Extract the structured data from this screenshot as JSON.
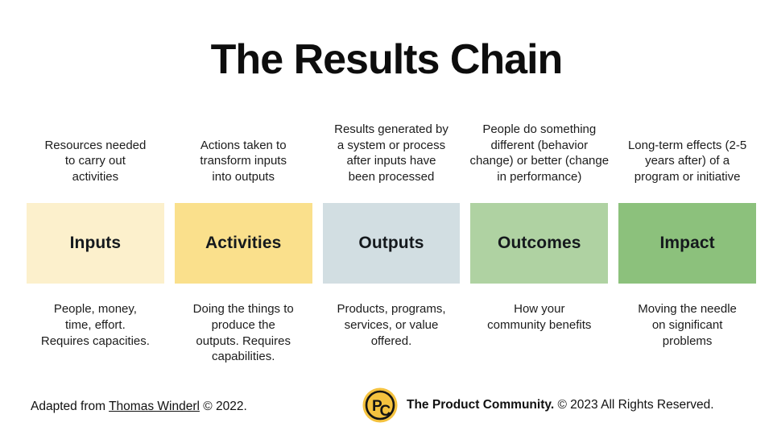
{
  "title": "The Results Chain",
  "columns": [
    {
      "label": "Inputs",
      "color": "#FCF0CC",
      "top_description": "Resources needed\nto carry out\nactivities",
      "bottom_description": "People, money,\ntime, effort.\nRequires capacities."
    },
    {
      "label": "Activities",
      "color": "#FAE08C",
      "top_description": "Actions taken to\ntransform inputs\ninto outputs",
      "bottom_description": "Doing the things to\nproduce the\noutputs. Requires\ncapabilities."
    },
    {
      "label": "Outputs",
      "color": "#D2DEE2",
      "top_description": "Results generated by\na system or process\nafter inputs have\nbeen processed",
      "bottom_description": "Products, programs,\nservices, or value\noffered."
    },
    {
      "label": "Outcomes",
      "color": "#AFD2A2",
      "top_description": "People do something\ndifferent (behavior\nchange) or better (change\nin performance)",
      "bottom_description": "How your\ncommunity benefits"
    },
    {
      "label": "Impact",
      "color": "#8CC17C",
      "top_description": "Long-term effects (2-5\nyears after) of a\nprogram or initiative",
      "bottom_description": "Moving the needle\non significant\nproblems"
    }
  ],
  "footer": {
    "adapted_prefix": "Adapted from ",
    "adapted_link": "Thomas Winderl",
    "adapted_suffix": " © 2022.",
    "logo": {
      "letter_p": "P",
      "letter_c": "C",
      "gold": "#F4C23F",
      "ink": "#141414"
    },
    "brand": "The Product Community.",
    "rights": " © 2023 All Rights Reserved."
  }
}
